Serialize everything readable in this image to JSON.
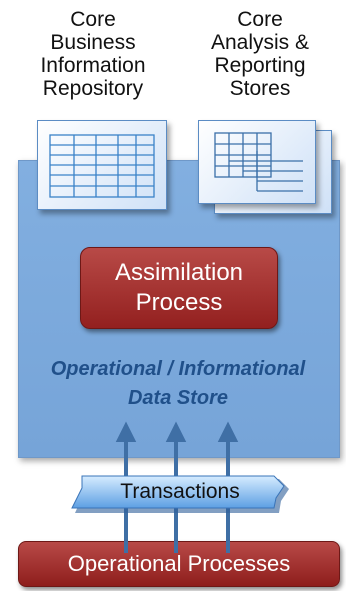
{
  "labels": {
    "core_business": "Core\nBusiness\nInformation\nRepository",
    "core_analysis": "Core\nAnalysis &\nReporting\nStores"
  },
  "assimilation": {
    "label": "Assimilation\nProcess"
  },
  "data_store": {
    "label": "Operational / Informational\nData Store"
  },
  "transactions": {
    "label": "Transactions"
  },
  "operational": {
    "label": "Operational Processes"
  },
  "colors": {
    "store_fill": "#7eaadd",
    "process_red": "#a83532",
    "arrow_blue": "#3f6fa5",
    "label_blue": "#20508a"
  }
}
